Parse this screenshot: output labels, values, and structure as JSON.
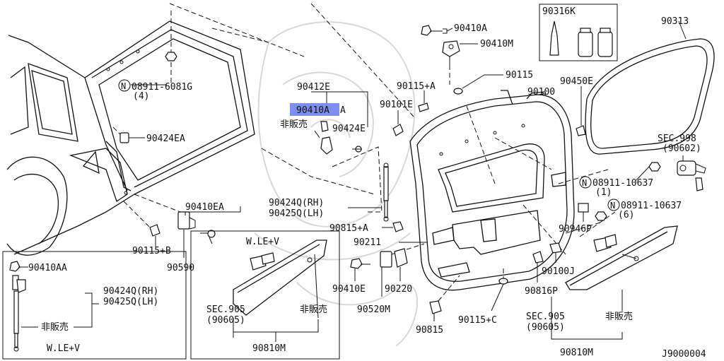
{
  "diagram_id": "J9000004",
  "labels": {
    "p90410A_top": "90410A",
    "p90410M": "90410M",
    "p90316K": "90316K",
    "p90313": "90313",
    "p08911_6081G": "08911-6081G",
    "p08911_6081G_qty": "(4)",
    "p90412E": "90412E",
    "p90410AA_hl": "90410A",
    "p90410AA_hl_suffix": "A",
    "hibaibai_1": "非販売",
    "p90424E": "90424E",
    "p90115plusA": "90115+A",
    "p90115": "90115",
    "p90101E": "90101E",
    "p90100": "90100",
    "p90450E": "90450E",
    "sec998": "SEC.998",
    "sec998_sub": "(90602)",
    "p90424EA": "90424EA",
    "p08911_10637_a": "08911-10637",
    "p08911_10637_a_qty": "(1)",
    "p08911_10637_b": "08911-10637",
    "p08911_10637_b_qty": "(6)",
    "p90424Q_RH": "90424Q(RH)",
    "p90425Q_LH": "90425Q(LH)",
    "p90410EA": "90410EA",
    "p90815plusA": "90815+A",
    "p90946P": "90946P",
    "p90211": "90211",
    "p90115plusB": "90115+B",
    "p90590": "90590",
    "p90100J": "90100J",
    "p90410E": "90410E",
    "p90220": "90220",
    "p90816P": "90816P",
    "p90520M": "90520M",
    "p90815": "90815",
    "p90115plusC": "90115+C",
    "inset_left_90410AA": "90410AA",
    "inset_left_90424Q": "90424Q(RH)",
    "inset_left_90425Q": "90425Q(LH)",
    "inset_left_hibai": "非販売",
    "inset_left_variant": "W.LE+V",
    "inset_mid_variant": "W.LE+V",
    "inset_mid_sec905": "SEC.905",
    "inset_mid_sec905_sub": "(90605)",
    "inset_mid_hibai": "非販売",
    "inset_mid_90810M": "90810M",
    "right_sec905": "SEC.905",
    "right_sec905_sub": "(90605)",
    "right_hibai": "非販売",
    "right_90810M": "90810M",
    "n_symbol": "N"
  }
}
